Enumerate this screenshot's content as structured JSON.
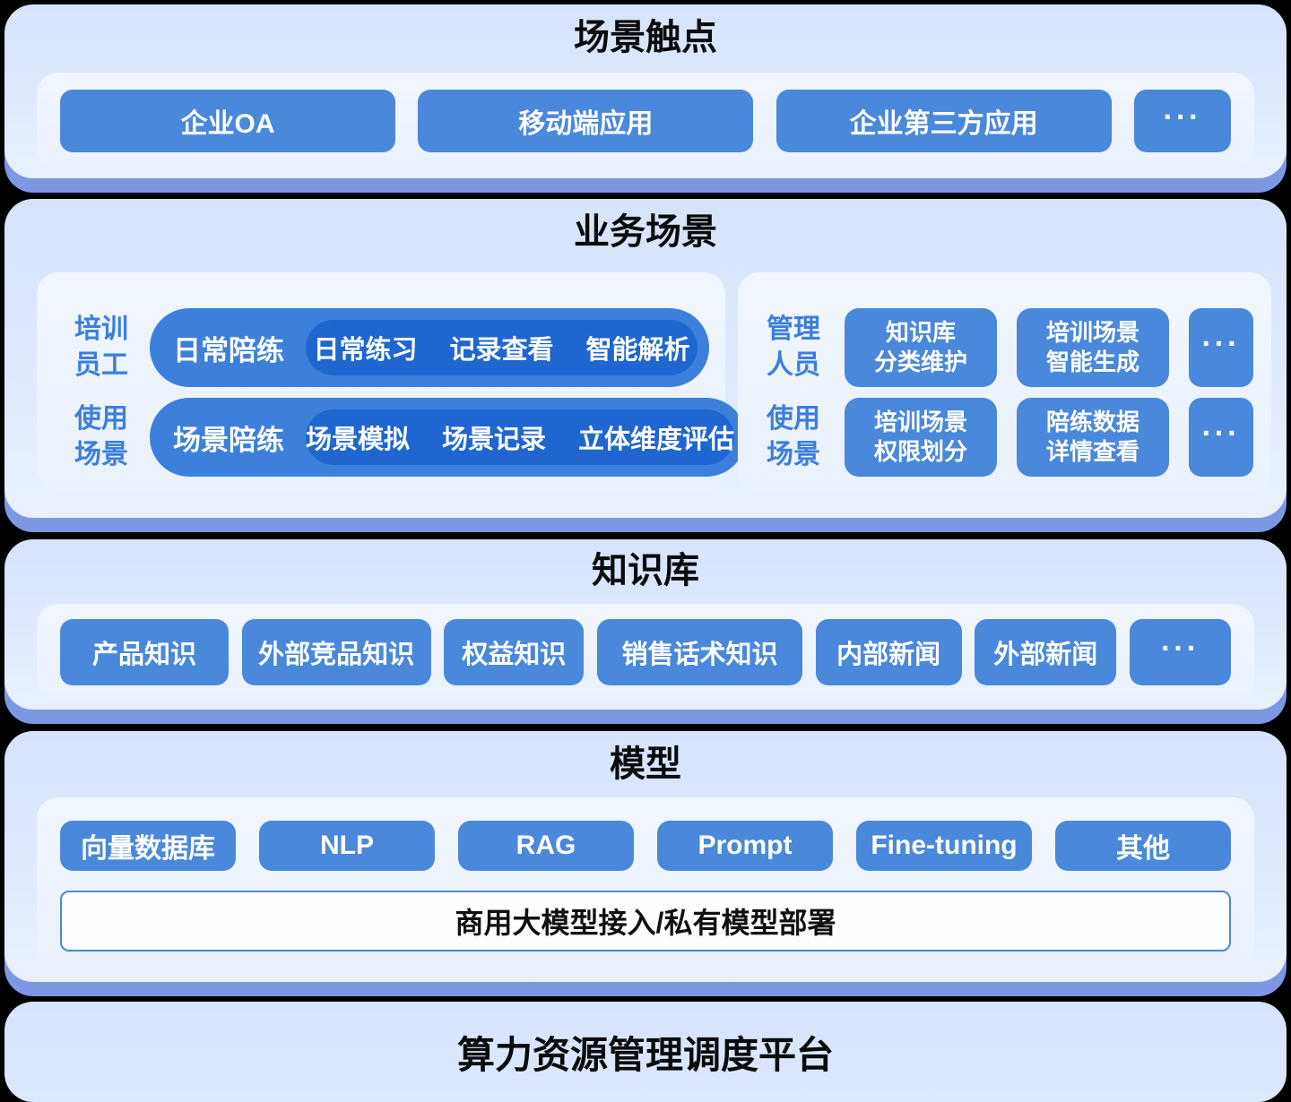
{
  "colors": {
    "background": "#000000",
    "section_bg": "#dfe9fc",
    "panel_bg": "#eff5fe",
    "button_blue": "#4a88dc",
    "pill_blue": "#3c80dc",
    "pill_inner_blue": "#1f66d0",
    "label_blue": "#3c7edd",
    "shadow_blue": "#7d98e3",
    "title_text": "#0b0b0b"
  },
  "sections": {
    "touchpoints": {
      "title": "场景触点",
      "items": [
        "企业OA",
        "移动端应用",
        "企业第三方应用",
        "···"
      ]
    },
    "business": {
      "title": "业务场景",
      "left": {
        "rows": [
          {
            "label_lines": [
              "培训",
              "员工"
            ],
            "pill": "日常陪练",
            "sub": [
              "日常练习",
              "记录查看",
              "智能解析"
            ]
          },
          {
            "label_lines": [
              "使用",
              "场景"
            ],
            "pill": "场景陪练",
            "sub": [
              "场景模拟",
              "场景记录",
              "立体维度评估"
            ]
          }
        ]
      },
      "right": {
        "rows": [
          {
            "label_lines": [
              "管理",
              "人员"
            ],
            "buttons": [
              [
                "知识库",
                "分类维护"
              ],
              [
                "培训场景",
                "智能生成"
              ]
            ],
            "more": "···"
          },
          {
            "label_lines": [
              "使用",
              "场景"
            ],
            "buttons": [
              [
                "培训场景",
                "权限划分"
              ],
              [
                "陪练数据",
                "详情查看"
              ]
            ],
            "more": "···"
          }
        ]
      }
    },
    "knowledge": {
      "title": "知识库",
      "items": [
        "产品知识",
        "外部竞品知识",
        "权益知识",
        "销售话术知识",
        "内部新闻",
        "外部新闻",
        "···"
      ]
    },
    "model": {
      "title": "模型",
      "items": [
        "向量数据库",
        "NLP",
        "RAG",
        "Prompt",
        "Fine-tuning",
        "其他"
      ],
      "bar": "商用大模型接入/私有模型部署"
    },
    "platform": {
      "title": "算力资源管理调度平台"
    }
  }
}
